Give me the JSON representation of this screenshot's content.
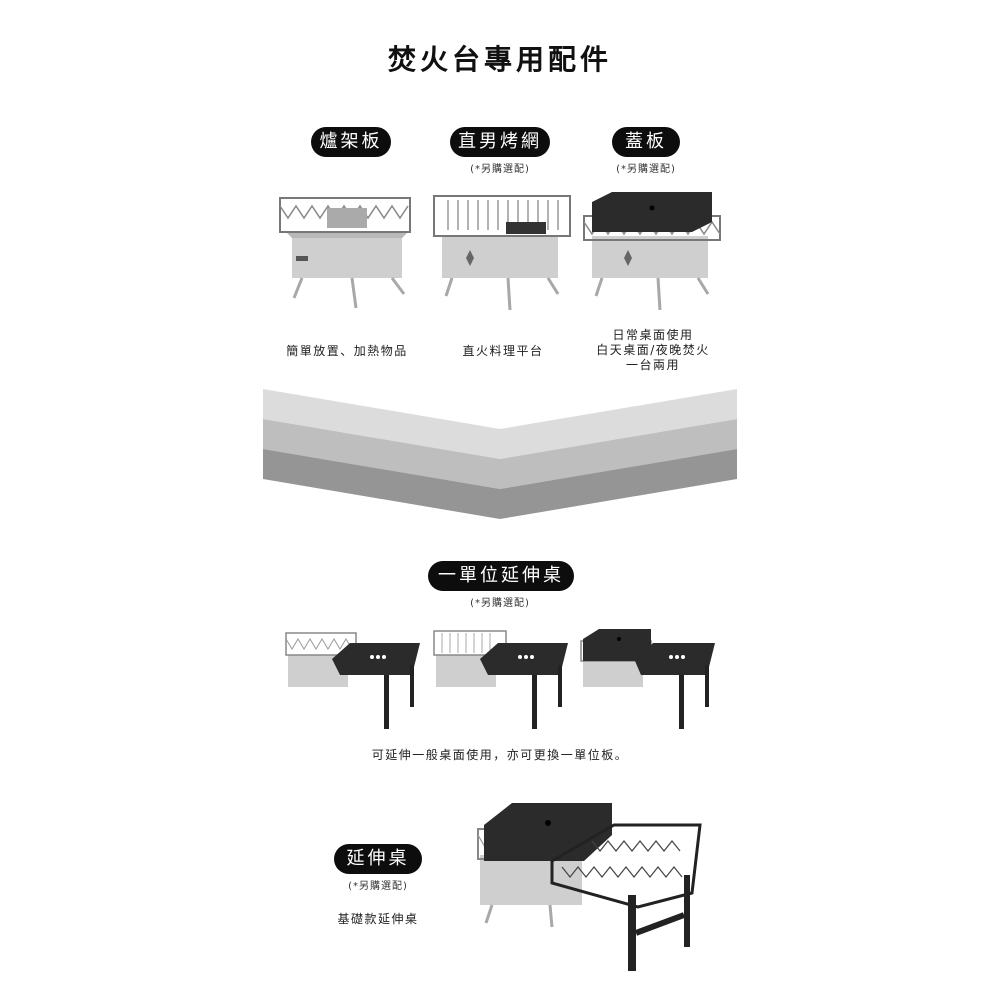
{
  "page": {
    "title": "焚火台專用配件"
  },
  "accessories": [
    {
      "label": "爐架板",
      "note": "",
      "caption": [
        "簡單放置、加熱物品"
      ],
      "image": "fire-pit-with-rack-plate"
    },
    {
      "label": "直男烤網",
      "note": "(*另購選配)",
      "caption": [
        "直火料理平台"
      ],
      "image": "fire-pit-with-grill-net"
    },
    {
      "label": "蓋板",
      "note": "(*另購選配)",
      "caption": [
        "日常桌面使用",
        "白天桌面/夜晚焚火",
        "一台兩用"
      ],
      "image": "fire-pit-with-cover-plate"
    }
  ],
  "divider": {
    "type": "chevron-bands",
    "colors": [
      "#dcdcdc",
      "#bebebe",
      "#959595"
    ]
  },
  "unit_table": {
    "label": "一單位延伸桌",
    "note": "(*另購選配)",
    "images": [
      "rack-plate-with-unit-table",
      "grill-net-with-unit-table",
      "cover-plate-with-unit-table"
    ],
    "caption": "可延伸一般桌面使用，亦可更換一單位板。"
  },
  "extension_table": {
    "label": "延伸桌",
    "note": "(*另購選配)",
    "caption": "基礎款延伸桌",
    "image": "fire-pit-with-extension-table"
  },
  "colors": {
    "pill_bg": "#0d0d0d",
    "pill_text": "#ffffff",
    "steel": "#c9c9c9",
    "dark_plate": "#2b2b2b"
  }
}
